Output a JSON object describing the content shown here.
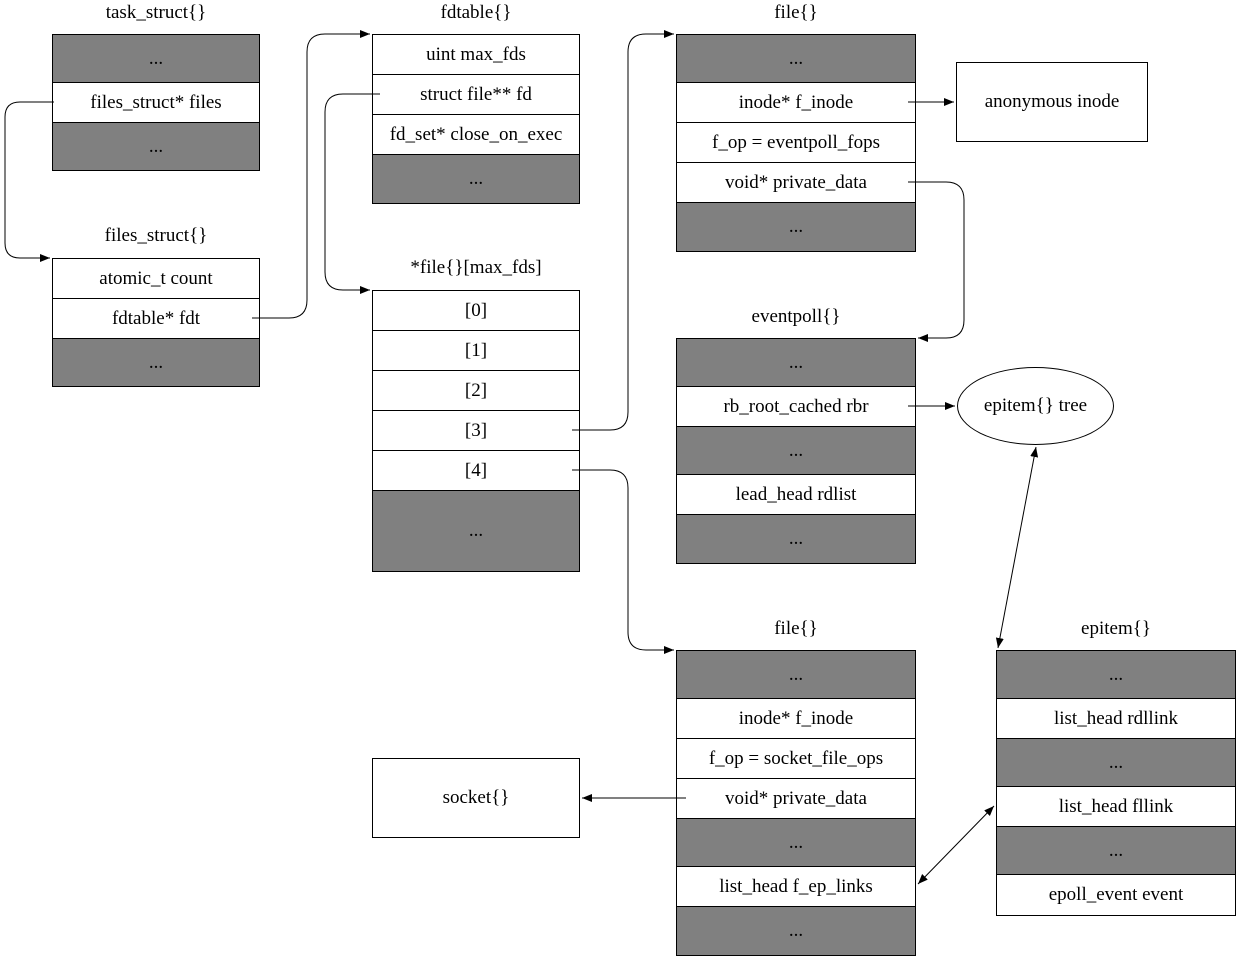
{
  "structs": {
    "task_struct": {
      "title": "task_struct{}",
      "rows": [
        "...",
        "files_struct* files",
        "..."
      ]
    },
    "files_struct": {
      "title": "files_struct{}",
      "rows": [
        "atomic_t count",
        "fdtable* fdt",
        "..."
      ]
    },
    "fdtable": {
      "title": "fdtable{}",
      "rows": [
        "uint max_fds",
        "struct file** fd",
        "fd_set* close_on_exec",
        "..."
      ]
    },
    "fd_array": {
      "title": "*file{}[max_fds]",
      "rows": [
        "[0]",
        "[1]",
        "[2]",
        "[3]",
        "[4]",
        "..."
      ]
    },
    "file_epoll": {
      "title": "file{}",
      "rows": [
        "...",
        "inode* f_inode",
        "f_op = eventpoll_fops",
        "void* private_data",
        "..."
      ]
    },
    "eventpoll": {
      "title": "eventpoll{}",
      "rows": [
        "...",
        "rb_root_cached rbr",
        "...",
        "lead_head rdlist",
        "..."
      ]
    },
    "file_socket": {
      "title": "file{}",
      "rows": [
        "...",
        "inode* f_inode",
        "f_op = socket_file_ops",
        "void* private_data",
        "...",
        "list_head f_ep_links",
        "..."
      ]
    },
    "epitem": {
      "title": "epitem{}",
      "rows": [
        "...",
        "list_head rdllink",
        "...",
        "list_head fllink",
        "...",
        "epoll_event event"
      ]
    }
  },
  "nodes": {
    "anonymous_inode": "anonymous inode",
    "socket": "socket{}",
    "epitem_tree": "epitem{} tree"
  },
  "colors": {
    "filled_row": "#808080",
    "line": "#000000"
  }
}
